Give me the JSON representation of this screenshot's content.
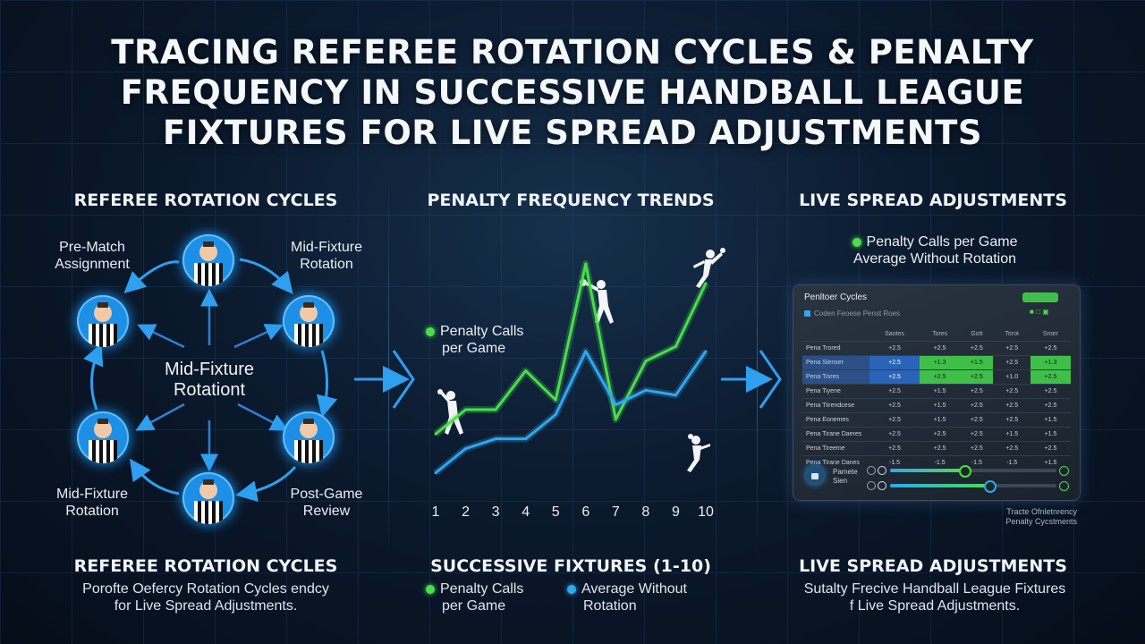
{
  "title_lines": [
    "TRACING REFEREE ROTATION CYCLES & PENALTY",
    "FREQUENCY IN SUCCESSIVE HANDBALL LEAGUE",
    "FIXTURES FOR LIVE SPREAD ADJUSTMENTS"
  ],
  "left": {
    "heading": "REFEREE ROTATION CYCLES",
    "center_label": [
      "Mid-Fixture",
      "Rotationt"
    ],
    "nodes": [
      {
        "label": [
          "Pre-Match",
          "Assignment"
        ]
      },
      {
        "label": [
          "Mid-Fixture",
          "Rotation"
        ]
      },
      {
        "label": [
          "Post-Game",
          "Review"
        ]
      },
      {
        "label": [
          "Mid-Fixture",
          "Rotation"
        ]
      }
    ],
    "caption_title": "REFEREE ROTATION CYCLES",
    "caption_body": [
      "Porofte Oefercy Rotation Cycles endcy",
      "for Live Spread Adjustments."
    ]
  },
  "middle": {
    "heading": "PENALTY FREQUENCY TRENDS",
    "inline_legend": [
      "Penalty Calls",
      "per Game"
    ],
    "caption_title": "SUCCESSIVE FIXTURES (1-10)",
    "legend": [
      {
        "label": [
          "Penalty Calls",
          "per Game"
        ],
        "color": "#4ade4a"
      },
      {
        "label": [
          "Average Without",
          "Rotation"
        ],
        "color": "#2fa8f0"
      }
    ]
  },
  "right": {
    "heading": "LIVE SPREAD ADJUSTMENTS",
    "legend_lines": [
      "Penalty Calls per Game",
      "Average Without Rotation"
    ],
    "legend_color": "#4ade4a",
    "panel": {
      "title": "Penltoer Cycles",
      "subtitle": "Coden Feoese Penst Roes",
      "columns": [
        "Saotes",
        "Tores",
        "Gott",
        "Torot",
        "Sroer"
      ],
      "rows": [
        {
          "label": "Pena Trored",
          "cells": [
            "+2.5",
            "+2.5",
            "+2.5",
            "+2.5",
            "+2.5"
          ]
        },
        {
          "label": "Pena Sienser",
          "cells": [
            "+2.5",
            "+1.3",
            "+1.5",
            "+2.5",
            "+1.3"
          ]
        },
        {
          "label": "Pena Tisres",
          "cells": [
            "+2.5",
            "+2.5",
            "+2.5",
            "+1.0",
            "+2.5"
          ]
        },
        {
          "label": "Pena Tiyene",
          "cells": [
            "+2.5",
            "+1.5",
            "+2.5",
            "+2.5",
            "+2.5"
          ]
        },
        {
          "label": "Pena Tiirendcese",
          "cells": [
            "+2.5",
            "+1.5",
            "+2.5",
            "+2.5",
            "+2.5"
          ]
        },
        {
          "label": "Pena Eonemes",
          "cells": [
            "+2.5",
            "+1.5",
            "+2.5",
            "+2.5",
            "+1.5"
          ]
        },
        {
          "label": "Pena Tirane Daeres",
          "cells": [
            "+2.5",
            "+2.5",
            "+2.5",
            "+1.5",
            "+1.5"
          ]
        },
        {
          "label": "Pena Tireeme",
          "cells": [
            "+2.5",
            "+2.5",
            "+2.5",
            "+2.5",
            "+2.5"
          ]
        },
        {
          "label": "Pena Tirane Danes",
          "cells": [
            "-1.5",
            "-1.5",
            "-1.5",
            "-1.5",
            "+1.5"
          ]
        }
      ],
      "control_label": [
        "Pamete",
        "Sien"
      ],
      "slider_levels": [
        0.45,
        0.6
      ]
    },
    "footnote": [
      "Tracte Ofnletnrency",
      "Penalty Cycstments"
    ],
    "caption_title": "LIVE SPREAD ADJUSTMENTS",
    "caption_body": [
      "Sutalty Frecive Handball League Fixtures",
      "f Live Spread Adjustments."
    ]
  },
  "chart_data": {
    "type": "line",
    "x": [
      1,
      2,
      3,
      4,
      5,
      6,
      7,
      8,
      9,
      10
    ],
    "xlim": [
      1,
      10
    ],
    "series": [
      {
        "name": "Penalty Calls per Game",
        "color": "#4ade4a",
        "values": [
          11,
          16,
          16,
          24,
          18,
          46,
          14,
          26,
          29,
          42
        ]
      },
      {
        "name": "Average Without Rotation",
        "color": "#2fa8f0",
        "values": [
          3,
          8,
          10,
          10,
          15,
          28,
          17,
          20,
          19,
          28
        ]
      }
    ],
    "xlabel": "SUCCESSIVE FIXTURES (1-10)",
    "grid": false
  }
}
